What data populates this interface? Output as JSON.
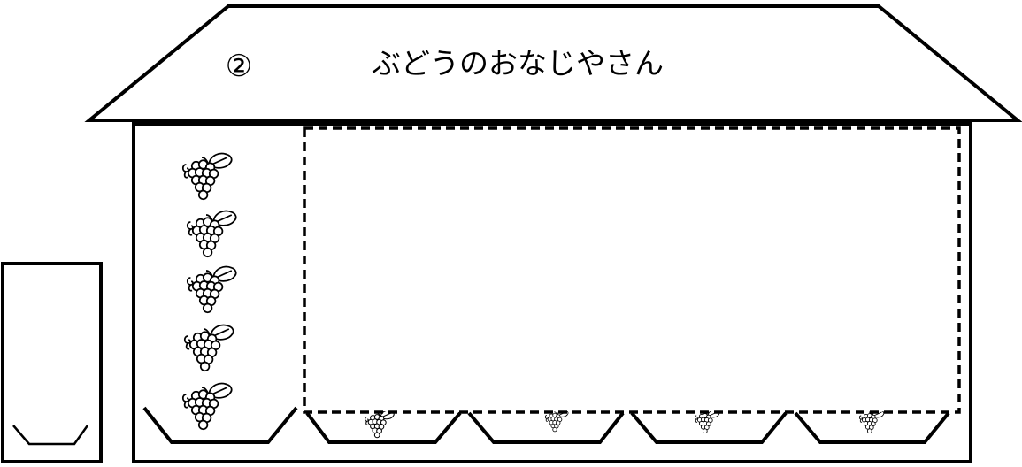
{
  "sign": {
    "number": "②",
    "title": "ぶどうのおなじやさん"
  },
  "shelf": {
    "grapes_on_shelf": 5,
    "trays": 5
  },
  "display_area": {
    "grapes_peeking": 4
  },
  "icons": {
    "grape": "grape-icon",
    "tray": "tray-icon"
  },
  "colors": {
    "line": "#000000",
    "background": "#ffffff"
  }
}
